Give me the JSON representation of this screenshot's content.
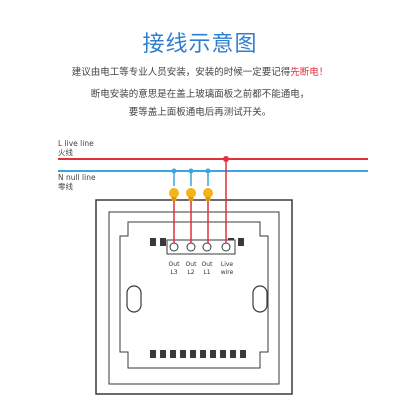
{
  "title": "接线示意图",
  "notes": {
    "line1_prefix": "建议由电工等专业人员安装，安装的时候一定要记得",
    "line1_highlight": "先断电！",
    "line2": "断电安装的意思是在盖上玻璃面板之前都不能通电，",
    "line3": "要等盖上面板通电后再测试开关。"
  },
  "wires": {
    "live": {
      "label_en": "L live line",
      "label_cn": "火线",
      "color": "#e0303a"
    },
    "null": {
      "label_en": "N null line",
      "label_cn": "零线",
      "color": "#39a6de"
    }
  },
  "terminals": [
    {
      "id": "out3",
      "line1": "Out",
      "line2": "L3"
    },
    {
      "id": "out2",
      "line1": "Out",
      "line2": "L2"
    },
    {
      "id": "out1",
      "line1": "Out",
      "line2": "L1"
    },
    {
      "id": "live",
      "line1": "Live",
      "line2": "wire"
    }
  ],
  "colors": {
    "title": "#2f7fd0",
    "bulb": "#f5b31a",
    "panel_stroke": "#3a3a3a"
  }
}
